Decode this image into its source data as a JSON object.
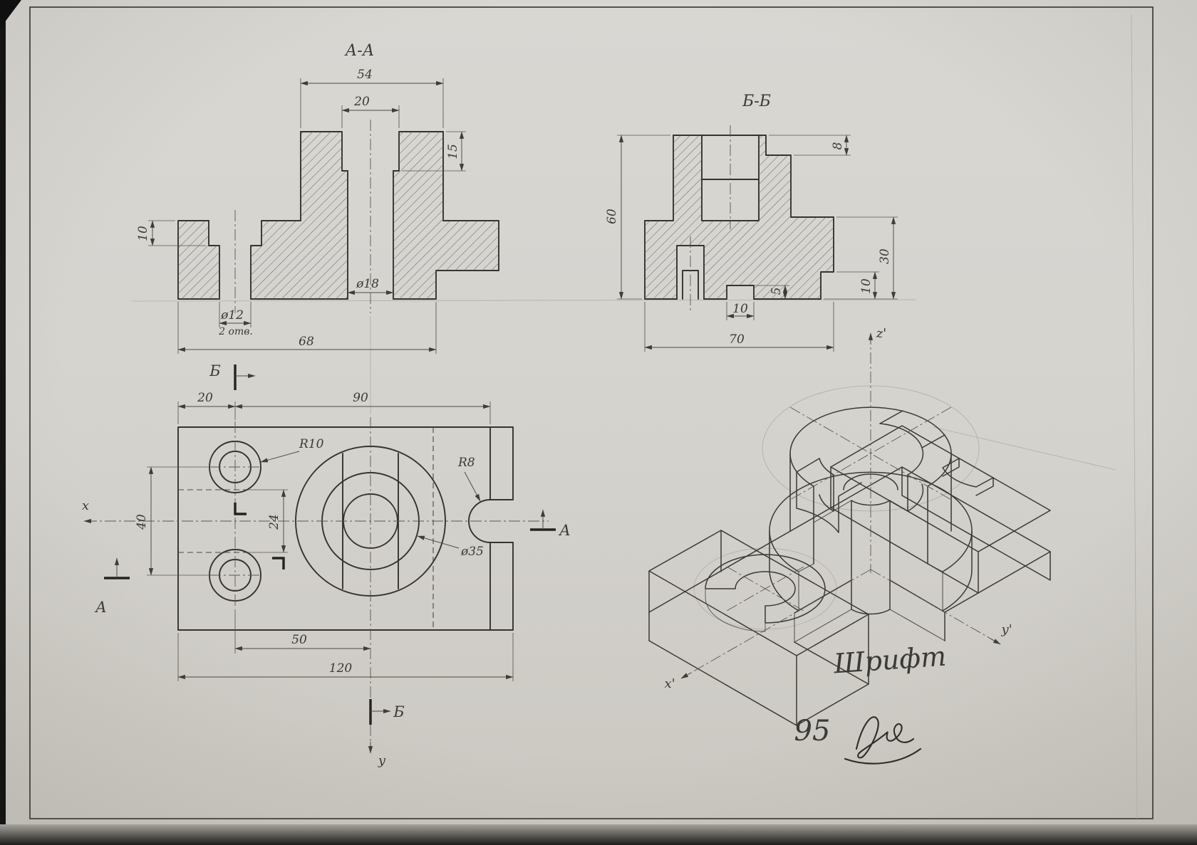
{
  "section_aa": {
    "title": "А-А",
    "dim_width_top": "54",
    "dim_slot_width": "20",
    "dim_slot_depth": "15",
    "dim_flange_thk": "10",
    "dim_bore": "ø18",
    "dim_hole": "ø12",
    "dim_hole_note": "2 отв.",
    "dim_width_bottom": "68"
  },
  "section_bb": {
    "title": "Б-Б",
    "dim_height": "60",
    "dim_step": "8",
    "dim_flange_h": "30",
    "dim_step_r": "10",
    "dim_groove_depth": "5",
    "dim_groove_width": "10",
    "dim_width": "70"
  },
  "plan": {
    "dim_left": "20",
    "dim_right": "90",
    "dim_hole_pitch": "40",
    "dim_slot": "24",
    "dim_fillet": "R10",
    "dim_notch": "R8",
    "dim_boss": "ø35",
    "dim_center": "50",
    "dim_total": "120",
    "cut_b": "Б",
    "cut_a": "А",
    "axis_x": "x",
    "axis_y": "y"
  },
  "iso": {
    "axis_x": "x'",
    "axis_y": "y'",
    "axis_z": "z'"
  },
  "notes": {
    "title_word": "Шрифт",
    "sheet_number": "95"
  }
}
